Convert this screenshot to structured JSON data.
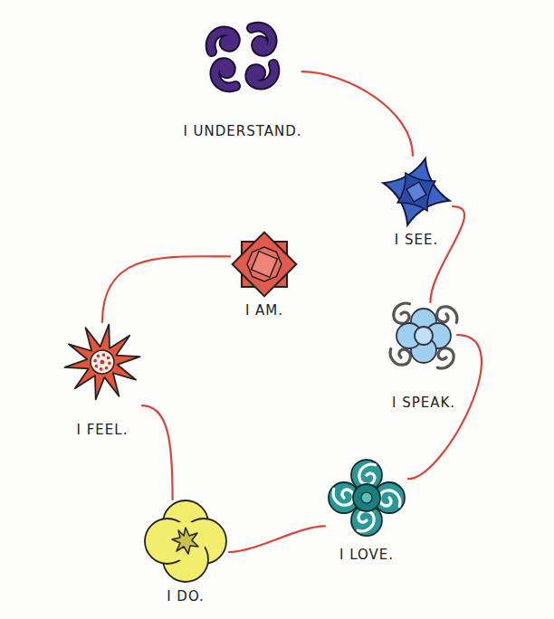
{
  "diagram": {
    "nodes": [
      {
        "text": [
          "I UNDERSTAND."
        ]
      },
      {
        "text": [
          "I SEE."
        ]
      },
      {
        "text": [
          "I AM."
        ]
      },
      {
        "text": [
          "I SPEAK."
        ]
      },
      {
        "text": [
          "I FEEL."
        ]
      },
      {
        "text": [
          "I LOVE."
        ]
      },
      {
        "text": [
          "I DO."
        ]
      }
    ],
    "edges": [
      {
        "from": 2,
        "to": 4,
        "arrow": "none"
      },
      {
        "from": 4,
        "to": 6,
        "arrow": "none"
      },
      {
        "from": 6,
        "to": 5,
        "arrow": "none"
      },
      {
        "from": 5,
        "to": 3,
        "arrow": "none"
      },
      {
        "from": 3,
        "to": 1,
        "arrow": "none"
      },
      {
        "from": 1,
        "to": 0,
        "arrow": "none"
      }
    ]
  }
}
